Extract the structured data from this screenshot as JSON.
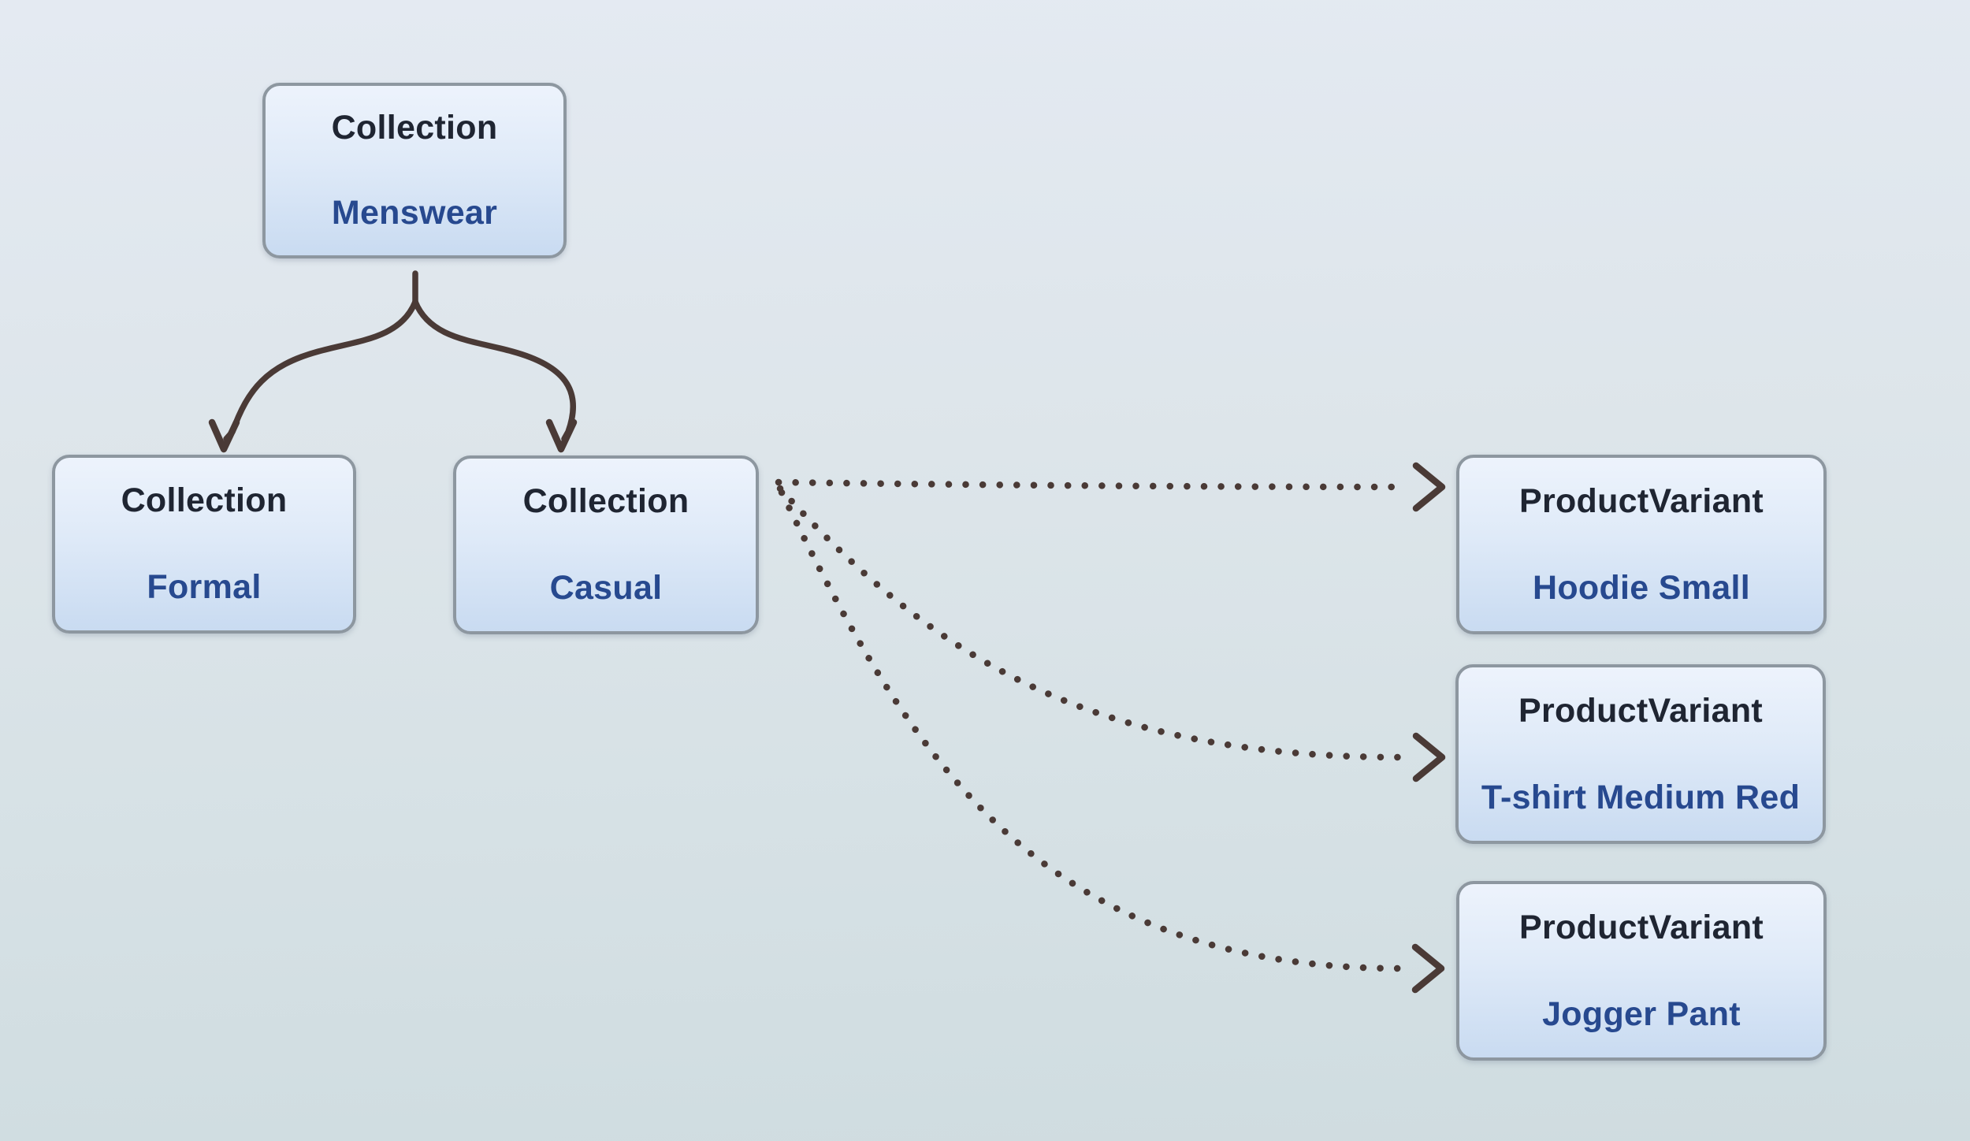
{
  "diagram": {
    "nodes": {
      "menswear": {
        "type": "Collection",
        "name": "Menswear"
      },
      "formal": {
        "type": "Collection",
        "name": "Formal"
      },
      "casual": {
        "type": "Collection",
        "name": "Casual"
      },
      "hoodie": {
        "type": "ProductVariant",
        "name": "Hoodie Small"
      },
      "tshirt": {
        "type": "ProductVariant",
        "name": "T-shirt Medium Red"
      },
      "jogger": {
        "type": "ProductVariant",
        "name": "Jogger Pant"
      }
    },
    "edges": [
      {
        "from": "Collection Menswear",
        "to": "Collection Formal",
        "style": "solid-arrow"
      },
      {
        "from": "Collection Menswear",
        "to": "Collection Casual",
        "style": "solid-arrow"
      },
      {
        "from": "Collection Casual",
        "to": "ProductVariant Hoodie Small",
        "style": "dotted-arrow"
      },
      {
        "from": "Collection Casual",
        "to": "ProductVariant T-shirt Medium Red",
        "style": "dotted-arrow"
      },
      {
        "from": "Collection Casual",
        "to": "ProductVariant Jogger Pant",
        "style": "dotted-arrow"
      }
    ],
    "colors": {
      "node_type_text": "#1f2532",
      "node_name_text": "#27498f",
      "node_border": "#8d97a0",
      "node_fill_top": "#edf3fc",
      "node_fill_bottom": "#c9dbf1",
      "arrow": "#4a3a36",
      "background_top": "#e4eaf2",
      "background_bottom": "#cfdce0"
    }
  }
}
